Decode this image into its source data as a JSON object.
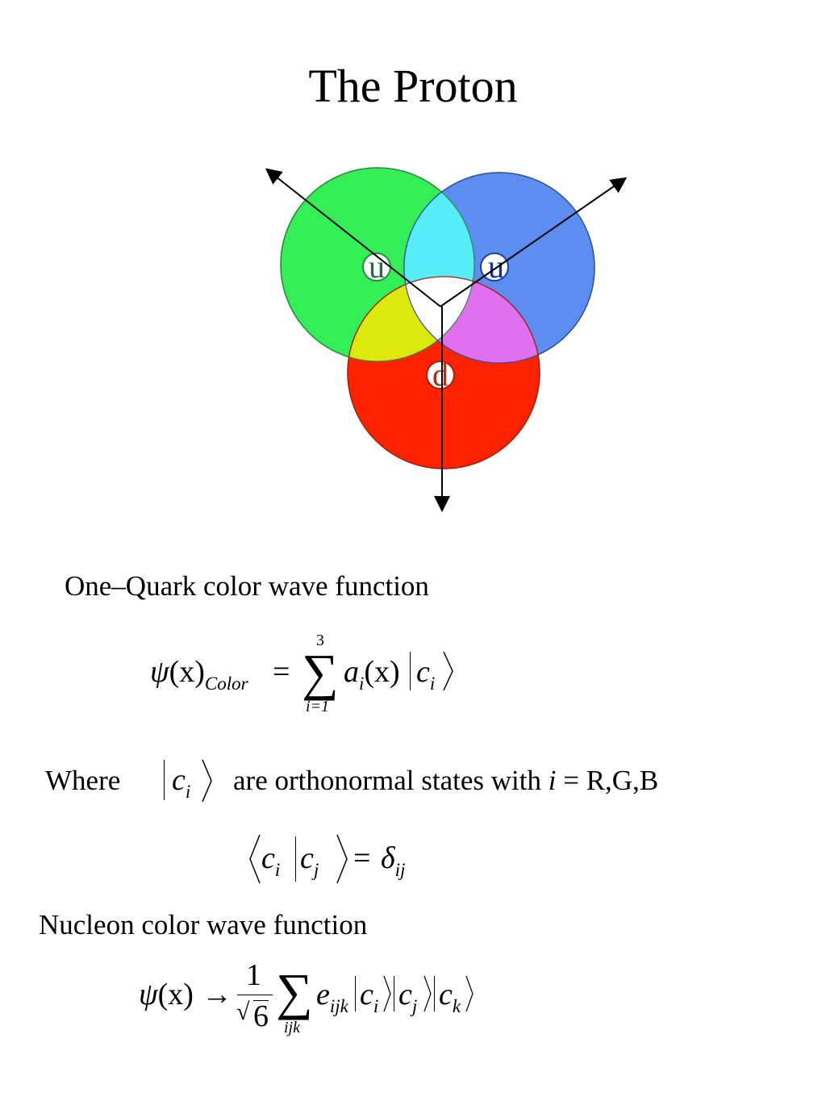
{
  "title": "The Proton",
  "diagram": {
    "quarks": [
      {
        "label": "u",
        "color": "#33ee55"
      },
      {
        "label": "u",
        "color": "#5b8ef0"
      },
      {
        "label": "d",
        "color": "#ff2200"
      }
    ],
    "overlap_colors": {
      "green_blue": "#55eef8",
      "green_red": "#dde80c",
      "blue_red": "#e070f0",
      "center": "#ffffff"
    }
  },
  "one_quark_heading": "One–Quark  color wave function",
  "eq1": {
    "psi": "ψ",
    "arg": "(x)",
    "sub": "Color",
    "eq": "=",
    "sum_top": "3",
    "sum_bottom": "i=1",
    "a": "a",
    "a_sub": "i",
    "ax": "(x)",
    "c": "c",
    "c_sub": "i"
  },
  "where_text": "Where",
  "ket_c": "c",
  "ket_sub": "i",
  "orthonormal_text": "are orthonormal states with",
  "i_var": "i",
  "rgb_text": "= R,G,B",
  "eq2": {
    "ci": "c",
    "ci_sub": "i",
    "cj": "c",
    "cj_sub": "j",
    "eq": "=",
    "delta": "δ",
    "delta_sub": "ij"
  },
  "nucleon_heading": "Nucleon  color wave function",
  "eq3": {
    "psi": "ψ",
    "arg": "(x)",
    "arrow": "→",
    "num": "1",
    "den": "6",
    "sum_bottom": "ijk",
    "e": "e",
    "e_sub": "ijk",
    "c": "c",
    "sub_i": "i",
    "sub_j": "j",
    "sub_k": "k"
  }
}
